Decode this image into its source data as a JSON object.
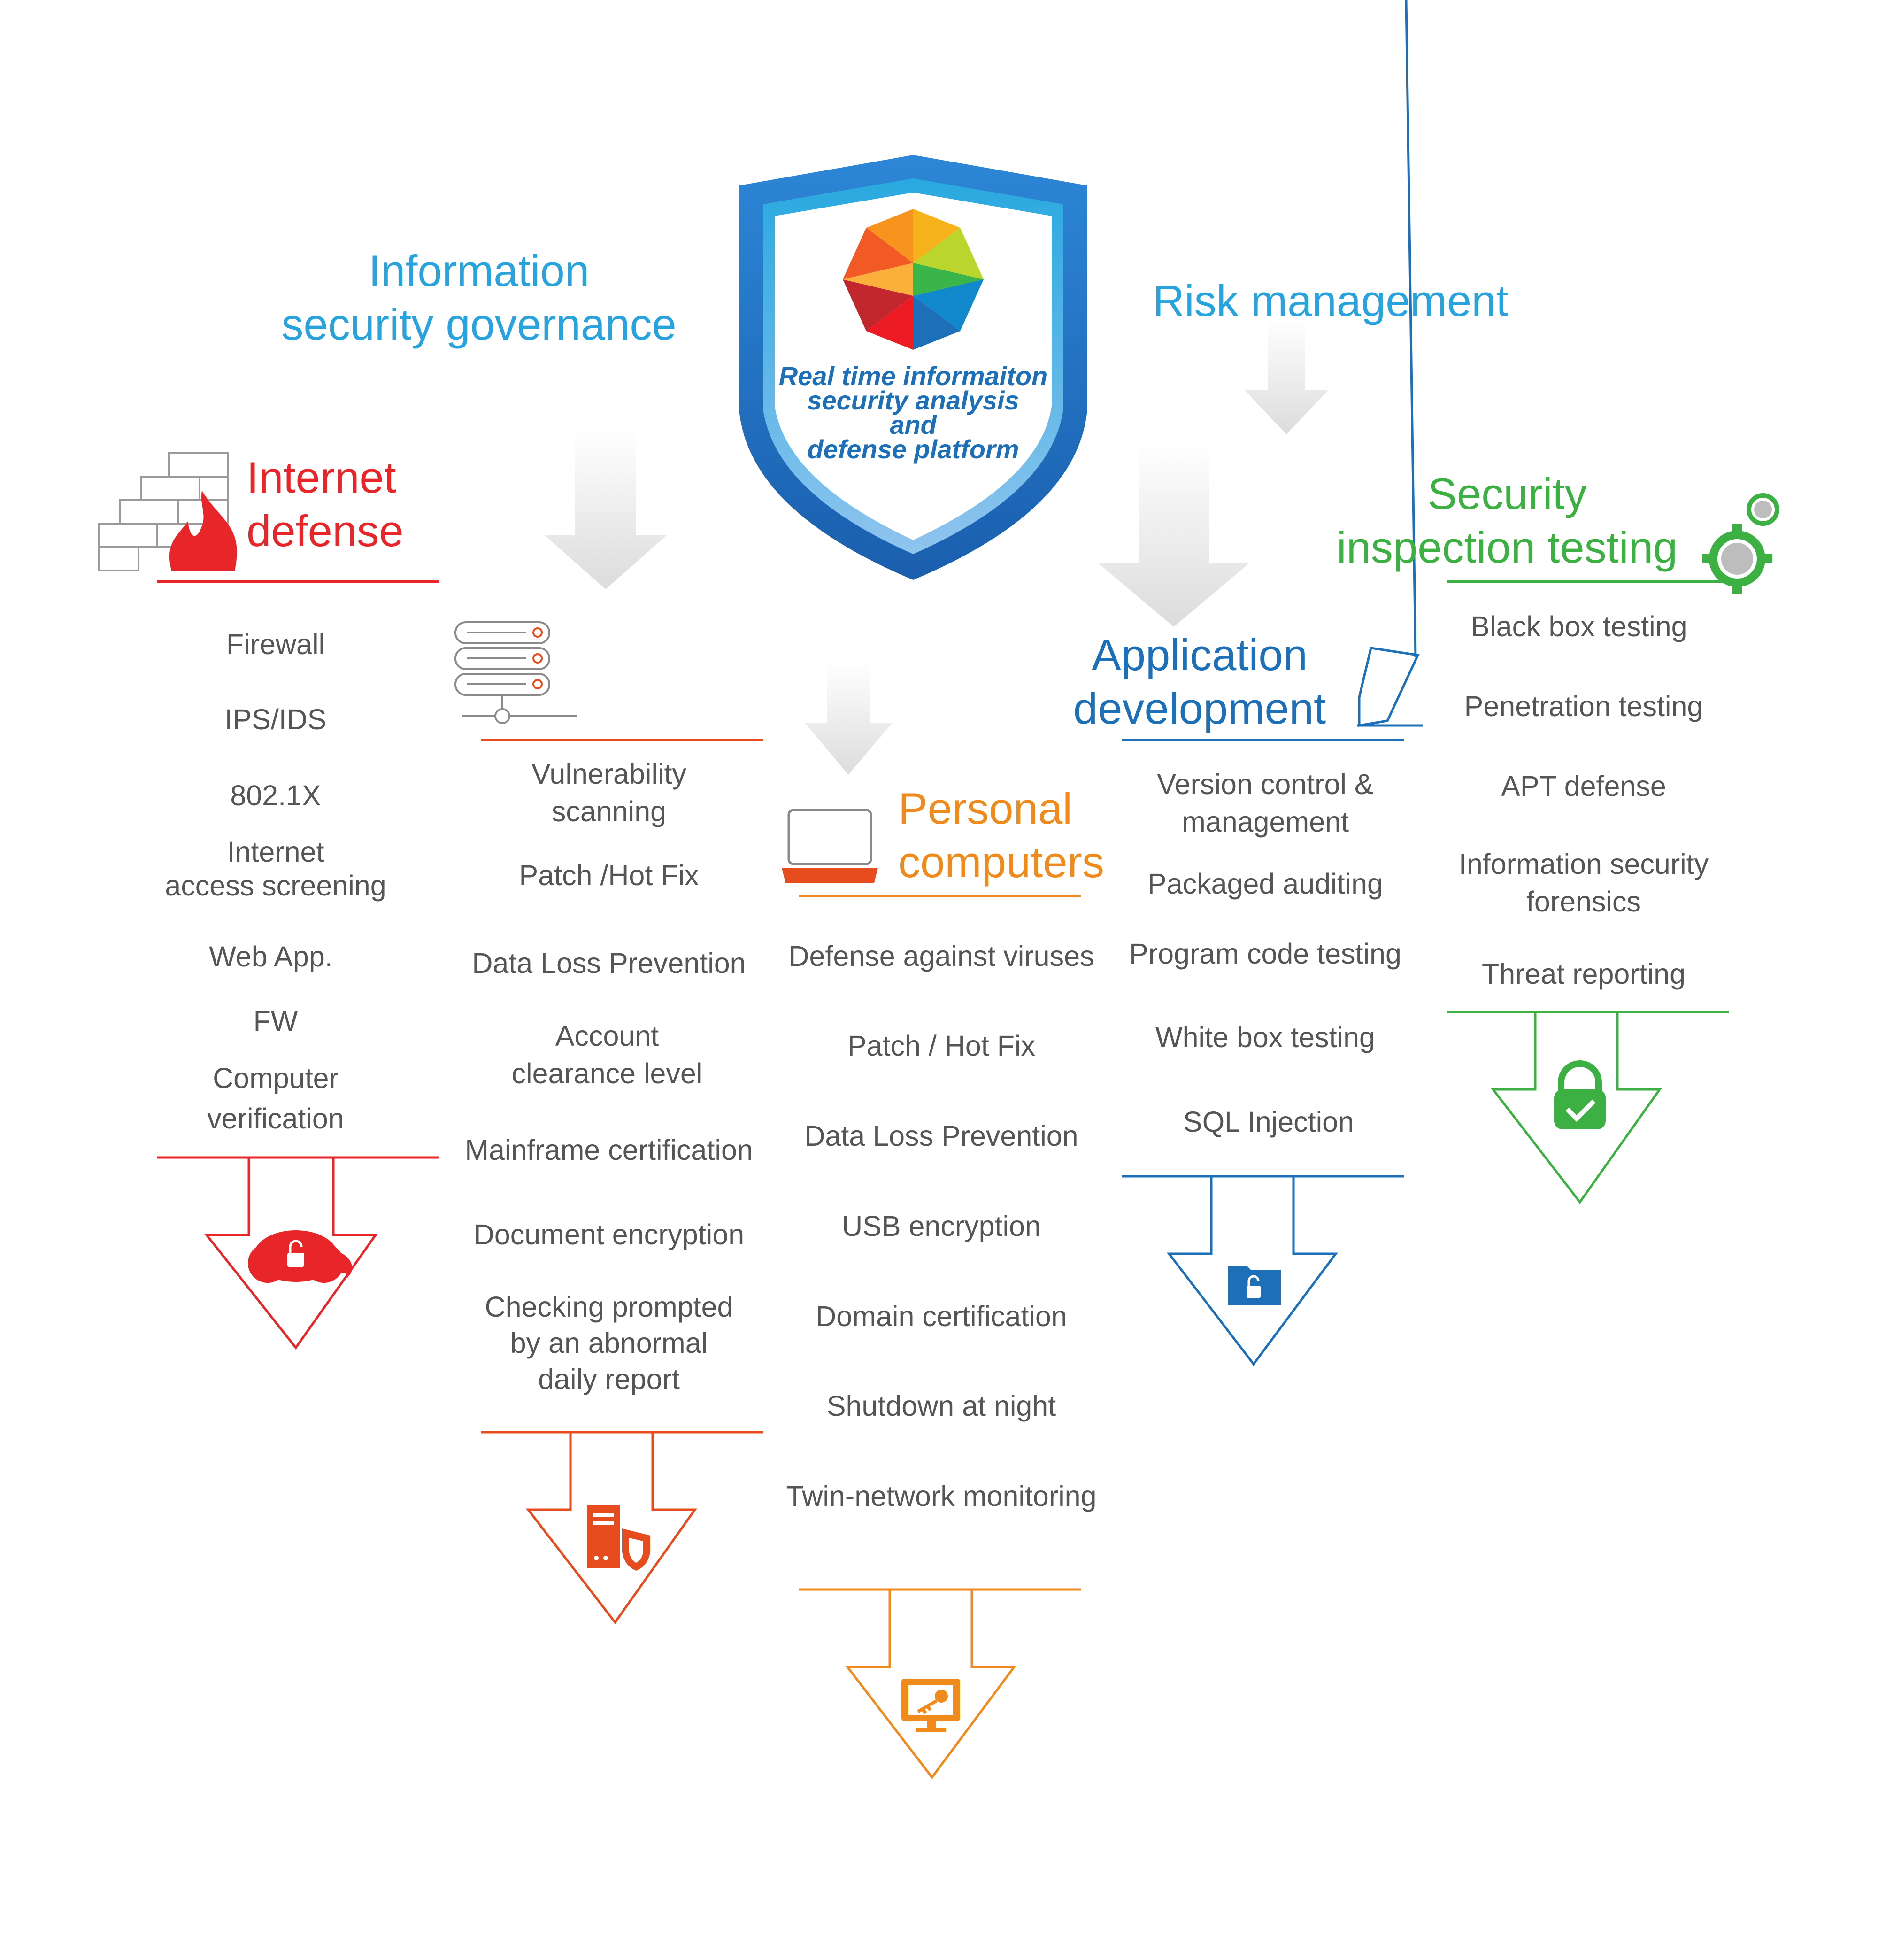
{
  "center": {
    "title_lines": [
      "Real time informaiton",
      "security analysis",
      "and",
      "defense platform"
    ]
  },
  "top_labels": {
    "governance": [
      "Information",
      "security governance"
    ],
    "risk": "Risk management"
  },
  "columns": {
    "internet": {
      "title": [
        "Internet",
        "defense"
      ],
      "color": "#e8262a",
      "items": [
        "Firewall",
        "IPS/IDS",
        "802.1X",
        "Internet\naccess screening",
        "Web App.",
        "FW",
        "Computer\nverification"
      ]
    },
    "governance": {
      "color": "#e74c1e",
      "items": [
        "Vulnerability\nscanning",
        "Patch /Hot Fix",
        "Data Loss Prevention",
        "Account\nclearance level",
        "Mainframe certification",
        "Document encryption",
        "Checking prompted\nby an abnormal\ndaily report"
      ]
    },
    "pc": {
      "title": [
        "Personal",
        "computers"
      ],
      "color": "#f08a1c",
      "items": [
        "Defense against viruses",
        "Patch / Hot Fix",
        "Data Loss Prevention",
        "USB encryption",
        "Domain certification",
        "Shutdown at night",
        "Twin-network monitoring"
      ]
    },
    "appdev": {
      "title": [
        "Application",
        "development"
      ],
      "color": "#1d6fb8",
      "items": [
        "Version control &\nmanagement",
        "Packaged auditing",
        "Program code testing",
        "White box testing",
        "SQL Injection"
      ]
    },
    "security": {
      "title": [
        "Security",
        "inspection testing"
      ],
      "color": "#3cb043",
      "items": [
        "Black box testing",
        "Penetration testing",
        "APT defense",
        "Information security\nforensics",
        "Threat reporting"
      ]
    }
  },
  "icons": {
    "internet_header": "firewall-icon",
    "governance_header": "server-icon",
    "pc_header": "laptop-icon",
    "appdev_header": "pencil-icon",
    "security_header": "gears-icon",
    "internet_arrow": "cloud-lock-icon",
    "governance_arrow": "server-shield-icon",
    "pc_arrow": "monitor-key-icon",
    "appdev_arrow": "folder-lock-icon",
    "security_arrow": "padlock-check-icon"
  },
  "colors": {
    "cyan": "#29a3dd",
    "blue": "#1d6fb8",
    "red": "#e8262a",
    "orange_red": "#e74c1e",
    "orange": "#f08a1c",
    "green": "#3cb043",
    "text": "#555555"
  }
}
